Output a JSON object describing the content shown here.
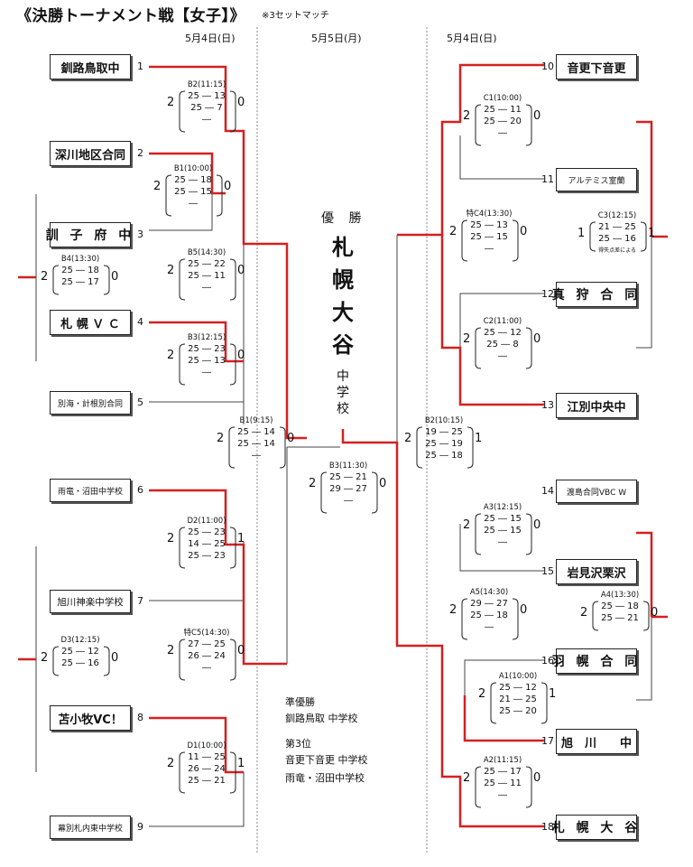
{
  "header": {
    "title": "《決勝トーナメント戦【女子】》",
    "note": "※3セットマッチ",
    "dates": [
      "5月4日(日)",
      "5月5日(月)",
      "5月4日(日)"
    ]
  },
  "teams": [
    {
      "no": "1",
      "name": "釧路鳥取中"
    },
    {
      "no": "2",
      "name": "深川地区合同"
    },
    {
      "no": "3",
      "name": "訓 子 府 中"
    },
    {
      "no": "4",
      "name": "札 幌 Ｖ Ｃ"
    },
    {
      "no": "5",
      "name": "別海・計根別合同"
    },
    {
      "no": "6",
      "name": "雨竜・沼田中学校"
    },
    {
      "no": "7",
      "name": "旭川神楽中学校"
    },
    {
      "no": "8",
      "name": "苫小牧VC！"
    },
    {
      "no": "9",
      "name": "幕別札内東中学校"
    },
    {
      "no": "10",
      "name": "音更下音更"
    },
    {
      "no": "11",
      "name": "アルテミス室蘭"
    },
    {
      "no": "12",
      "name": "真 狩 合 同"
    },
    {
      "no": "13",
      "name": "江別中央中"
    },
    {
      "no": "14",
      "name": "渡島合同VBC W"
    },
    {
      "no": "15",
      "name": "岩見沢栗沢"
    },
    {
      "no": "16",
      "name": "羽 幌 合 同"
    },
    {
      "no": "17",
      "name": "旭　川　　中"
    },
    {
      "no": "18",
      "name": "札 幌 大 谷"
    }
  ],
  "matches": [
    {
      "label": "B2(11:15)",
      "s1": "25 ― 13",
      "s2": "25 ― 7",
      "s3": "―",
      "left": "2",
      "right": "0"
    },
    {
      "label": "B1(10:00)",
      "s1": "25 ― 18",
      "s2": "25 ― 15",
      "s3": "―",
      "left": "2",
      "right": "0"
    },
    {
      "label": "B4(13:30)",
      "s1": "25 ― 18",
      "s2": "25 ― 17",
      "s3": "",
      "left": "2",
      "right": "0"
    },
    {
      "label": "B5(14:30)",
      "s1": "25 ― 22",
      "s2": "25 ― 11",
      "s3": "―",
      "left": "2",
      "right": "0"
    },
    {
      "label": "B3(12:15)",
      "s1": "25 ― 23",
      "s2": "25 ― 13",
      "s3": "―",
      "left": "2",
      "right": "0"
    },
    {
      "label": "B1(9:15)",
      "s1": "25 ― 14",
      "s2": "25 ― 14",
      "s3": "―",
      "left": "2",
      "right": "0"
    },
    {
      "label": "D2(11:00)",
      "s1": "25 ― 23",
      "s2": "14 ― 25",
      "s3": "25 ― 23",
      "left": "2",
      "right": "1"
    },
    {
      "label": "D3(12:15)",
      "s1": "25 ― 12",
      "s2": "25 ― 16",
      "s3": "",
      "left": "2",
      "right": "0"
    },
    {
      "label": "特C5(14:30)",
      "s1": "27 ― 25",
      "s2": "26 ― 24",
      "s3": "―",
      "left": "2",
      "right": "0"
    },
    {
      "label": "D1(10:00)",
      "s1": "11 ― 25",
      "s2": "26 ― 24",
      "s3": "25 ― 21",
      "left": "2",
      "right": "1"
    },
    {
      "label": "B3(11:30)",
      "s1": "25 ― 21",
      "s2": "29 ― 27",
      "s3": "―",
      "left": "2",
      "right": "0"
    },
    {
      "label": "B2(10:15)",
      "s1": "19 ― 25",
      "s2": "25 ― 19",
      "s3": "25 ― 18",
      "left": "2",
      "right": "1"
    },
    {
      "label": "C1(10:00)",
      "s1": "25 ― 11",
      "s2": "25 ― 20",
      "s3": "―",
      "left": "2",
      "right": "0"
    },
    {
      "label": "特C4(13:30)",
      "s1": "25 ― 13",
      "s2": "25 ― 15",
      "s3": "―",
      "left": "2",
      "right": "0"
    },
    {
      "label": "C3(12:15)",
      "s1": "21 ― 25",
      "s2": "25 ― 16",
      "s3": "",
      "left": "1",
      "right": "1",
      "note": "得失点差による"
    },
    {
      "label": "C2(11:00)",
      "s1": "25 ― 12",
      "s2": "25 ― 8",
      "s3": "―",
      "left": "2",
      "right": "0"
    },
    {
      "label": "A3(12:15)",
      "s1": "25 ― 15",
      "s2": "25 ― 15",
      "s3": "―",
      "left": "2",
      "right": "0"
    },
    {
      "label": "A5(14:30)",
      "s1": "29 ― 27",
      "s2": "25 ― 18",
      "s3": "―",
      "left": "2",
      "right": "0"
    },
    {
      "label": "A4(13:30)",
      "s1": "25 ― 18",
      "s2": "25 ― 21",
      "s3": "",
      "left": "2",
      "right": "0"
    },
    {
      "label": "A1(10:00)",
      "s1": "25 ― 12",
      "s2": "21 ― 25",
      "s3": "25 ― 20",
      "left": "2",
      "right": "1"
    },
    {
      "label": "A2(11:15)",
      "s1": "25 ― 17",
      "s2": "25 ― 11",
      "s3": "―",
      "left": "2",
      "right": "0"
    }
  ],
  "champion": {
    "heading": "優 勝",
    "chars": [
      "札",
      "幌",
      "大",
      "谷"
    ],
    "suffix": [
      "中",
      "学",
      "校"
    ]
  },
  "results": {
    "runner_up_label": "準優勝",
    "runner_up": "釧路鳥取 中学校",
    "third_label": "第3位",
    "third_1": "音更下音更 中学校",
    "third_2": "雨竜・沼田中学校"
  },
  "colors": {
    "winner_line": "#d42020",
    "line": "#444444",
    "divider": "#888888"
  }
}
